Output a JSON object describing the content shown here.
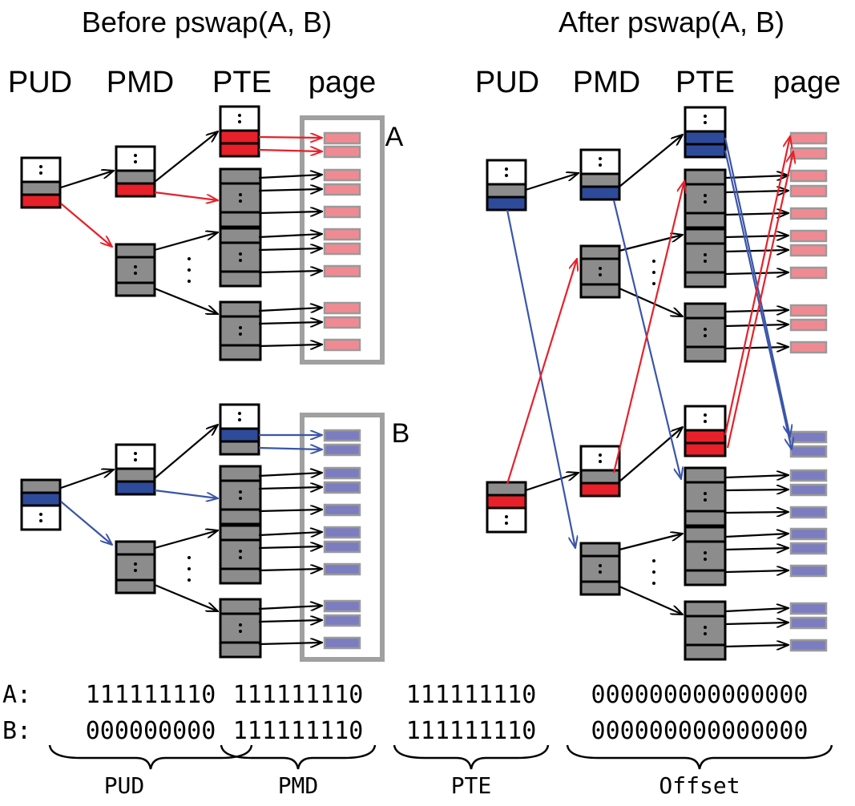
{
  "titles": {
    "before": "Before pswap(A, B)",
    "after": "After pswap(A, B)"
  },
  "columns": {
    "pud": "PUD",
    "pmd": "PMD",
    "pte": "PTE",
    "page": "page"
  },
  "regions": {
    "a": "A",
    "b": "B"
  },
  "addresses": {
    "a_label": "A:",
    "a_pud": "111111110",
    "a_pmd": "111111110",
    "a_pte": "111111110",
    "a_offset": "000000000000000",
    "b_label": "B:",
    "b_pud": "000000000",
    "b_pmd": "111111110",
    "b_pte": "111111110",
    "b_offset": "000000000000000"
  },
  "fields": {
    "pud": "PUD",
    "pmd": "PMD",
    "pte": "PTE",
    "offset": "Offset"
  },
  "colors": {
    "red_entry": "#e8202a",
    "blue_entry": "#2e4a9a",
    "pink_page": "#f08a92",
    "blue_page": "#7c7cc0",
    "table_gray": "#8c8c8c"
  }
}
